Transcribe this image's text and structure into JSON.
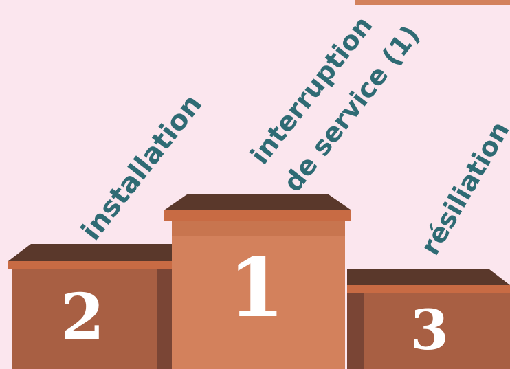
{
  "podium": {
    "first": {
      "rank": "1",
      "label_line1": "interruption",
      "label_line2": "de service (1)"
    },
    "second": {
      "rank": "2",
      "label": "installation"
    },
    "third": {
      "rank": "3",
      "label": "résiliation"
    }
  },
  "colors": {
    "background": "#fbe6ee",
    "top_dark": "#5a382b",
    "rim": "#c86b44",
    "block_main": "#d3815c",
    "block_side": "#a35d42",
    "block_shadow": "#7a4535",
    "label_text": "#2f6b74",
    "rank_text": "#ffffff"
  }
}
